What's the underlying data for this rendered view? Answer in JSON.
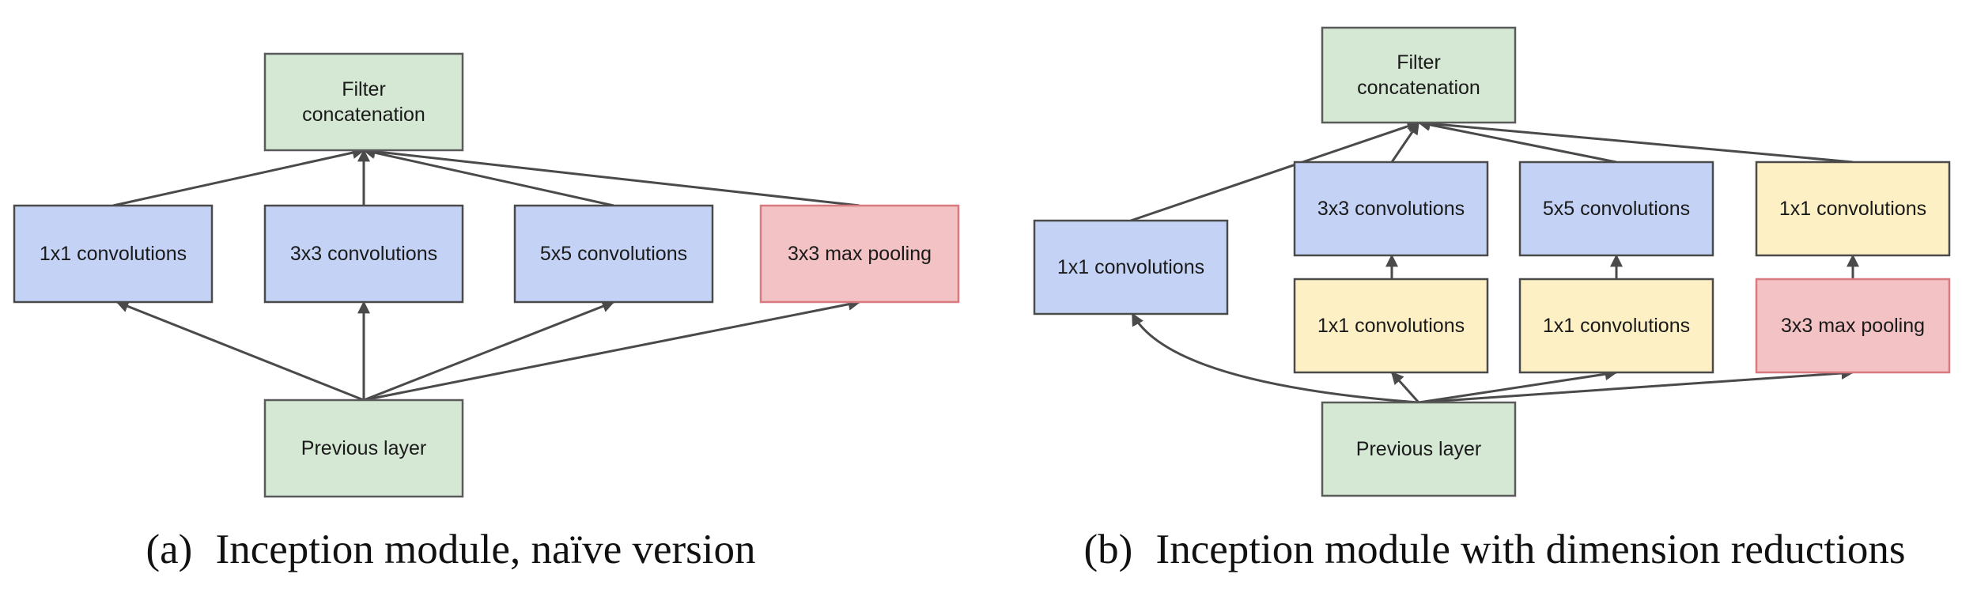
{
  "colors": {
    "green_fill": "#d5e8d4",
    "green_stroke": "#5a5a5a",
    "blue_fill": "#c4d3f5",
    "blue_stroke": "#4a4a4a",
    "yellow_fill": "#fdf0c4",
    "yellow_stroke": "#4a4a4a",
    "red_fill": "#f2c2c4",
    "red_stroke": "#d87a80",
    "edge": "#4a4a4a"
  },
  "panels": [
    {
      "id": "a",
      "caption": {
        "marker": "(a)",
        "title": "Inception module, naïve version"
      },
      "nodes": [
        {
          "id": "concat",
          "lines": [
            "Filter",
            "concatenation"
          ],
          "color": "green"
        },
        {
          "id": "conv1x1",
          "lines": [
            "1x1 convolutions"
          ],
          "color": "blue"
        },
        {
          "id": "conv3x3",
          "lines": [
            "3x3 convolutions"
          ],
          "color": "blue"
        },
        {
          "id": "conv5x5",
          "lines": [
            "5x5 convolutions"
          ],
          "color": "blue"
        },
        {
          "id": "maxpool",
          "lines": [
            "3x3 max pooling"
          ],
          "color": "red"
        },
        {
          "id": "prev",
          "lines": [
            "Previous layer"
          ],
          "color": "green"
        }
      ],
      "edges": [
        {
          "from": "prev",
          "to": "conv1x1"
        },
        {
          "from": "prev",
          "to": "conv3x3"
        },
        {
          "from": "prev",
          "to": "conv5x5"
        },
        {
          "from": "prev",
          "to": "maxpool"
        },
        {
          "from": "conv1x1",
          "to": "concat"
        },
        {
          "from": "conv3x3",
          "to": "concat"
        },
        {
          "from": "conv5x5",
          "to": "concat"
        },
        {
          "from": "maxpool",
          "to": "concat"
        }
      ]
    },
    {
      "id": "b",
      "caption": {
        "marker": "(b)",
        "title": "Inception module with dimension reductions"
      },
      "nodes": [
        {
          "id": "concat",
          "lines": [
            "Filter",
            "concatenation"
          ],
          "color": "green"
        },
        {
          "id": "conv1x1",
          "lines": [
            "1x1 convolutions"
          ],
          "color": "blue"
        },
        {
          "id": "conv3x3",
          "lines": [
            "3x3 convolutions"
          ],
          "color": "blue"
        },
        {
          "id": "conv5x5",
          "lines": [
            "5x5 convolutions"
          ],
          "color": "blue"
        },
        {
          "id": "conv1x1_after_pool",
          "lines": [
            "1x1 convolutions"
          ],
          "color": "yellow"
        },
        {
          "id": "reduce3x3",
          "lines": [
            "1x1 convolutions"
          ],
          "color": "yellow"
        },
        {
          "id": "reduce5x5",
          "lines": [
            "1x1 convolutions"
          ],
          "color": "yellow"
        },
        {
          "id": "maxpool",
          "lines": [
            "3x3 max pooling"
          ],
          "color": "red"
        },
        {
          "id": "prev",
          "lines": [
            "Previous layer"
          ],
          "color": "green"
        }
      ],
      "edges": [
        {
          "from": "prev",
          "to": "conv1x1"
        },
        {
          "from": "prev",
          "to": "reduce3x3"
        },
        {
          "from": "prev",
          "to": "reduce5x5"
        },
        {
          "from": "prev",
          "to": "maxpool"
        },
        {
          "from": "reduce3x3",
          "to": "conv3x3"
        },
        {
          "from": "reduce5x5",
          "to": "conv5x5"
        },
        {
          "from": "maxpool",
          "to": "conv1x1_after_pool"
        },
        {
          "from": "conv1x1",
          "to": "concat"
        },
        {
          "from": "conv3x3",
          "to": "concat"
        },
        {
          "from": "conv5x5",
          "to": "concat"
        },
        {
          "from": "conv1x1_after_pool",
          "to": "concat"
        }
      ]
    }
  ]
}
